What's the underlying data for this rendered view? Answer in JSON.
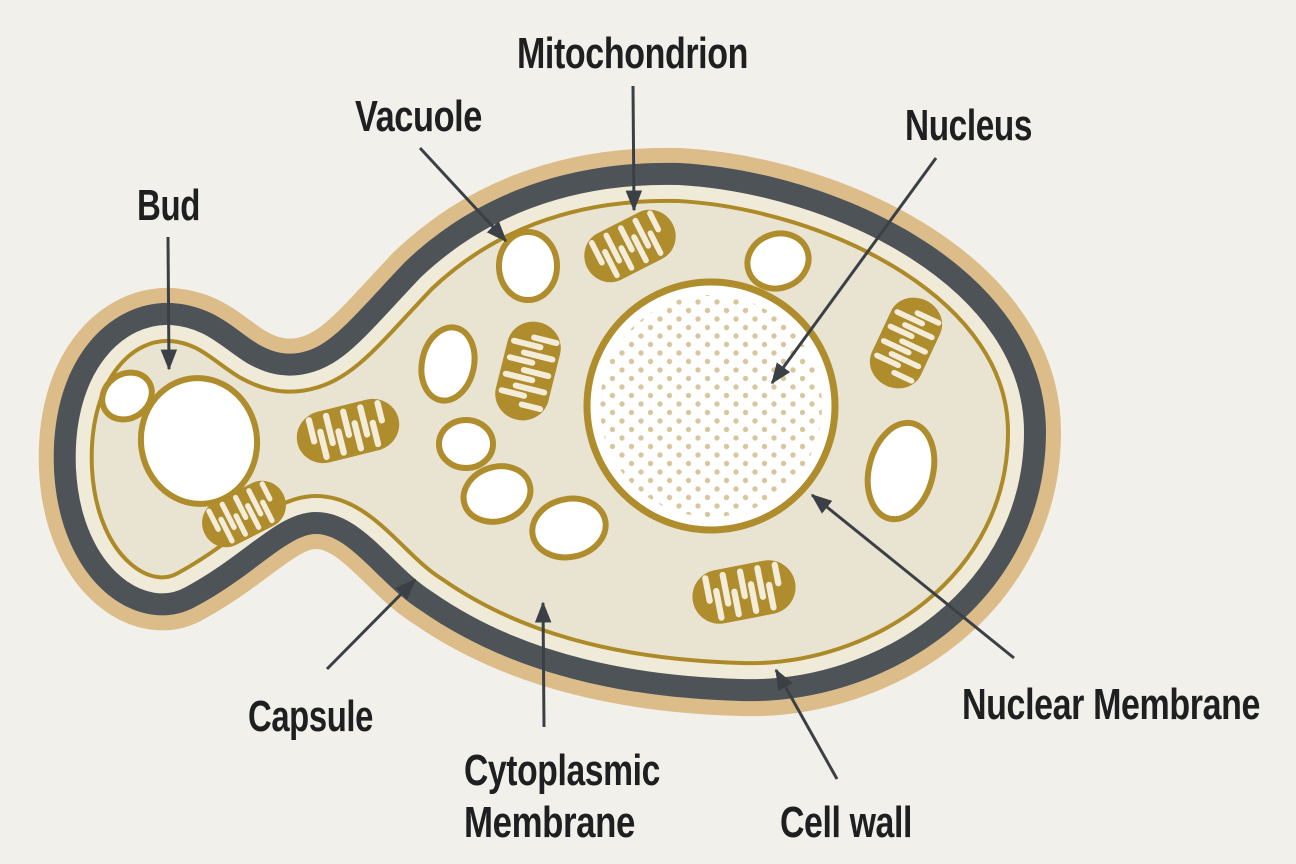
{
  "diagram": {
    "subject": "Yeast cell anatomy diagram",
    "labels": {
      "bud": "Bud",
      "vacuole": "Vacuole",
      "mitochondrion": "Mitochondrion",
      "nucleus": "Nucleus",
      "capsule": "Capsule",
      "cytoplasmic_membrane_line1": "Cytoplasmic",
      "cytoplasmic_membrane_line2": "Membrane",
      "cell_wall": "Cell wall",
      "nuclear_membrane": "Nuclear Membrane"
    },
    "structures": {
      "mitochondria_count": 6,
      "vacuole_count": 9,
      "nucleus": 1,
      "layers_outside_in": [
        "Capsule",
        "Cell wall",
        "Cytoplasmic Membrane",
        "Cytoplasm"
      ]
    },
    "colors": {
      "background": "#f2f0ea",
      "capsule": "#dcbd89",
      "cell_wall": "#4e5358",
      "gap_cream": "#f0ead8",
      "cytoplasmic_membrane": "#ad8a28",
      "cytoplasm": "#e9e3d1",
      "organelle_gold": "#af8c2c",
      "cristae_cream": "#f2ecd9",
      "vacuole_fill": "#ffffff",
      "nucleus_fill": "#ffffff",
      "nucleus_dots": "#d8c79e",
      "label_text": "#1e1f20",
      "arrow": "#3a4045"
    }
  }
}
